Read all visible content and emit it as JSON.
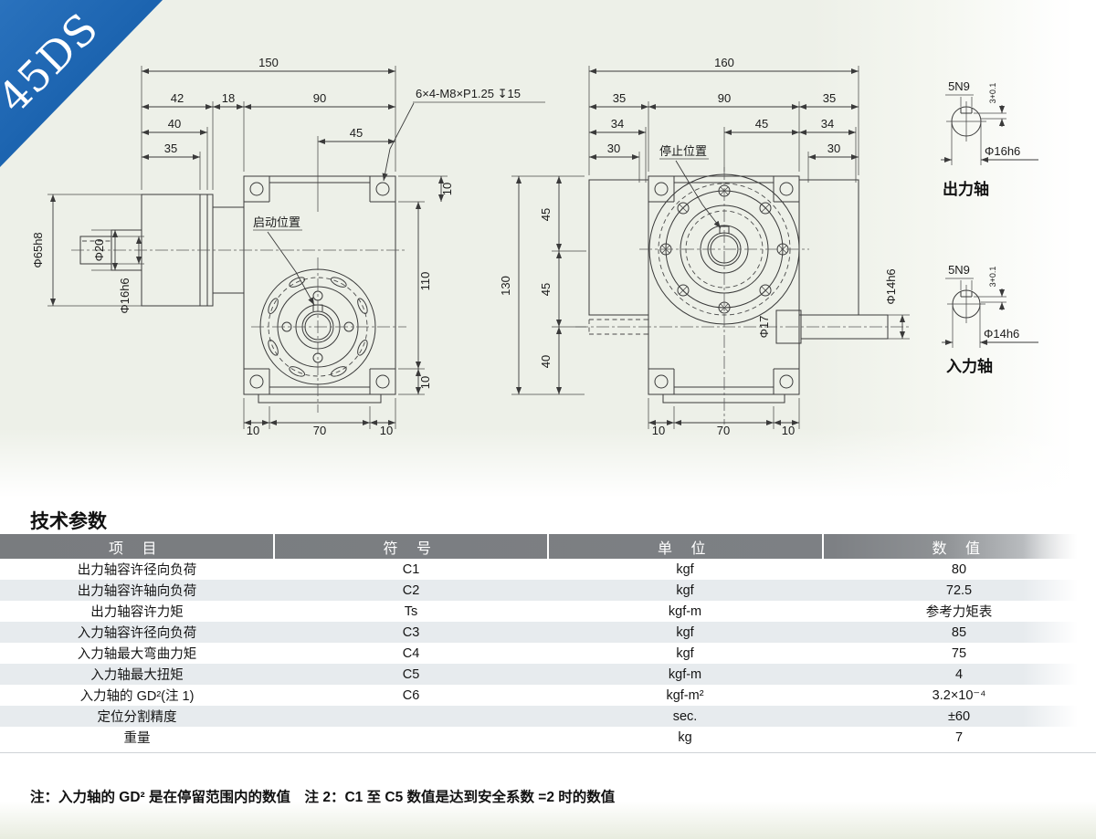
{
  "banner": {
    "label": "45DS",
    "color": "#1261ae"
  },
  "dims": {
    "lv150": "150",
    "lv42": "42",
    "lv18": "18",
    "lv90": "90",
    "lv40": "40",
    "lv35": "35",
    "lv45": "45",
    "lv10top": "10",
    "lv110": "110",
    "lv10bot": "10",
    "lvb10l": "10",
    "lvb70": "70",
    "lvb10r": "10",
    "lvd65": "Φ65h8",
    "lvd20": "Φ20",
    "lvd16": "Φ16h6",
    "lvcallout": "6×4-M8×P1.25 ↧15",
    "lvstart": "启动位置",
    "rv160": "160",
    "rv35l": "35",
    "rv90": "90",
    "rv35r": "35",
    "rv34l": "34",
    "rv45t": "45",
    "rv34r": "34",
    "rv30l": "30",
    "rv30r": "30",
    "rv130": "130",
    "rv45a": "45",
    "rv45b": "45",
    "rv40": "40",
    "rvb10l": "10",
    "rvb70": "70",
    "rvb10r": "10",
    "rvd17": "Φ17",
    "rvd14": "Φ14h6",
    "rvstop": "停止位置",
    "os5n9": "5N9",
    "ostol": "3+0.1",
    "osd16": "Φ16h6",
    "oslabel": "出力轴",
    "is5n9": "5N9",
    "istol": "3+0.1",
    "isd14": "Φ14h6",
    "islabel": "入力轴"
  },
  "table": {
    "title": "技术参数",
    "headers": [
      "项 目",
      "符 号",
      "单 位",
      "数 值"
    ],
    "rows": [
      {
        "item": "出力轴容许径向负荷",
        "symbol": "C1",
        "unit": "kgf",
        "value": "80"
      },
      {
        "item": "出力轴容许轴向负荷",
        "symbol": "C2",
        "unit": "kgf",
        "value": "72.5"
      },
      {
        "item": "出力轴容许力矩",
        "symbol": "Ts",
        "unit": "kgf-m",
        "value": "参考力矩表"
      },
      {
        "item": "入力轴容许径向负荷",
        "symbol": "C3",
        "unit": "kgf",
        "value": "85"
      },
      {
        "item": "入力轴最大弯曲力矩",
        "symbol": "C4",
        "unit": "kgf",
        "value": "75"
      },
      {
        "item": "入力轴最大扭矩",
        "symbol": "C5",
        "unit": "kgf-m",
        "value": "4"
      },
      {
        "item": "入力轴的 GD²(注 1)",
        "symbol": "C6",
        "unit": "kgf-m²",
        "value": "3.2×10⁻⁴"
      },
      {
        "item": "定位分割精度",
        "symbol": "",
        "unit": "sec.",
        "value": "±60"
      },
      {
        "item": "重量",
        "symbol": "",
        "unit": "kg",
        "value": "7"
      }
    ],
    "note": "注：入力轴的 GD² 是在停留范围内的数值　注 2：C1 至 C5 数值是达到安全系数 =2 时的数值"
  }
}
